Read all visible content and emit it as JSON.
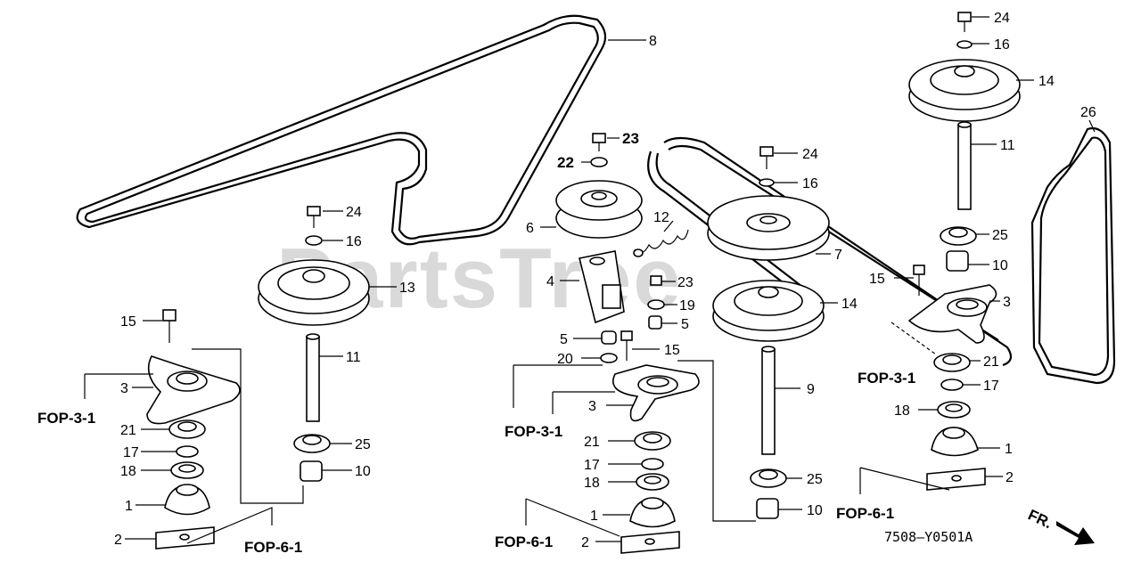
{
  "watermark": "PartsTree",
  "diagram_code": "7508—Y0501A",
  "front_marker": "FR.",
  "fop_refs": [
    "FOP-3-1",
    "FOP-6-1"
  ],
  "callouts": {
    "c1": "1",
    "c2": "2",
    "c3": "3",
    "c4": "4",
    "c5": "5",
    "c6": "6",
    "c7": "7",
    "c8": "8",
    "c9": "9",
    "c10": "10",
    "c11": "11",
    "c12": "12",
    "c13": "13",
    "c14": "14",
    "c15": "15",
    "c16": "16",
    "c17": "17",
    "c18": "18",
    "c19": "19",
    "c20": "20",
    "c21": "21",
    "c22": "22",
    "c23": "23",
    "c24": "24",
    "c25": "25",
    "c26": "26"
  }
}
